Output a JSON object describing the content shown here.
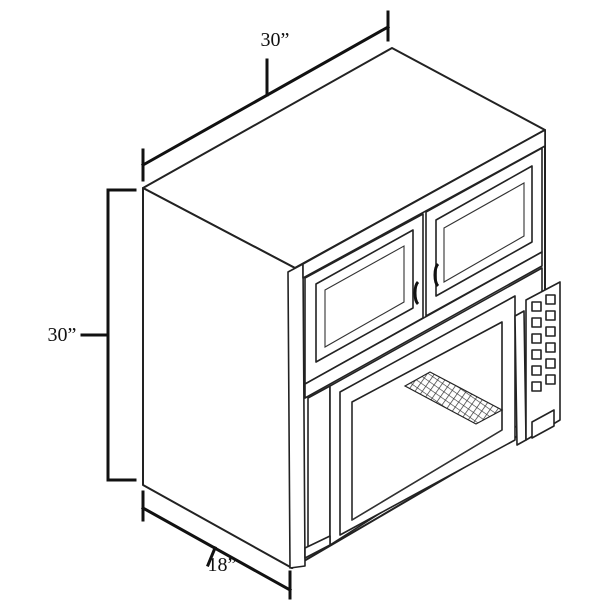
{
  "dimensions": {
    "width": "30”",
    "height": "30”",
    "depth": "18”"
  }
}
